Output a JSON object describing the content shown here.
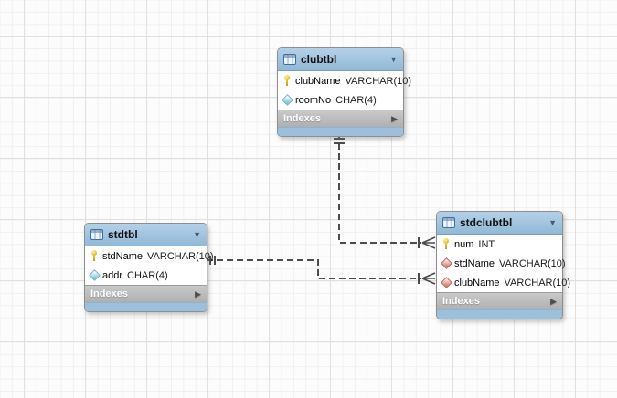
{
  "palette": {
    "header_blue": "#9CC0DC",
    "indexes_gray": "#B9B9B9",
    "key_yellow": "#EAC93D",
    "attr_diamond_blue": "#8ECFDF",
    "fk_diamond_red": "#E09086",
    "relationship_line": "#4C4C4C",
    "grid_minor": "#F0F0F0",
    "grid_major": "#E0E0E0"
  },
  "tables": [
    {
      "name": "clubtbl",
      "indexes_label": "Indexes",
      "columns": [
        {
          "icon": "key",
          "name": "clubName",
          "type": "VARCHAR(10)"
        },
        {
          "icon": "diamond-blue",
          "name": "roomNo",
          "type": "CHAR(4)"
        }
      ]
    },
    {
      "name": "stdtbl",
      "indexes_label": "Indexes",
      "columns": [
        {
          "icon": "key",
          "name": "stdName",
          "type": "VARCHAR(10)"
        },
        {
          "icon": "diamond-blue",
          "name": "addr",
          "type": "CHAR(4)"
        }
      ]
    },
    {
      "name": "stdclubtbl",
      "indexes_label": "Indexes",
      "columns": [
        {
          "icon": "key",
          "name": "num",
          "type": "INT"
        },
        {
          "icon": "diamond-red",
          "name": "stdName",
          "type": "VARCHAR(10)"
        },
        {
          "icon": "diamond-red",
          "name": "clubName",
          "type": "VARCHAR(10)"
        }
      ]
    }
  ],
  "relationships": [
    {
      "from": "clubtbl",
      "to": "stdclubtbl",
      "from_cardinality": "one",
      "to_cardinality": "many",
      "style": "dashed"
    },
    {
      "from": "stdtbl",
      "to": "stdclubtbl",
      "from_cardinality": "one",
      "to_cardinality": "many",
      "style": "dashed"
    }
  ]
}
